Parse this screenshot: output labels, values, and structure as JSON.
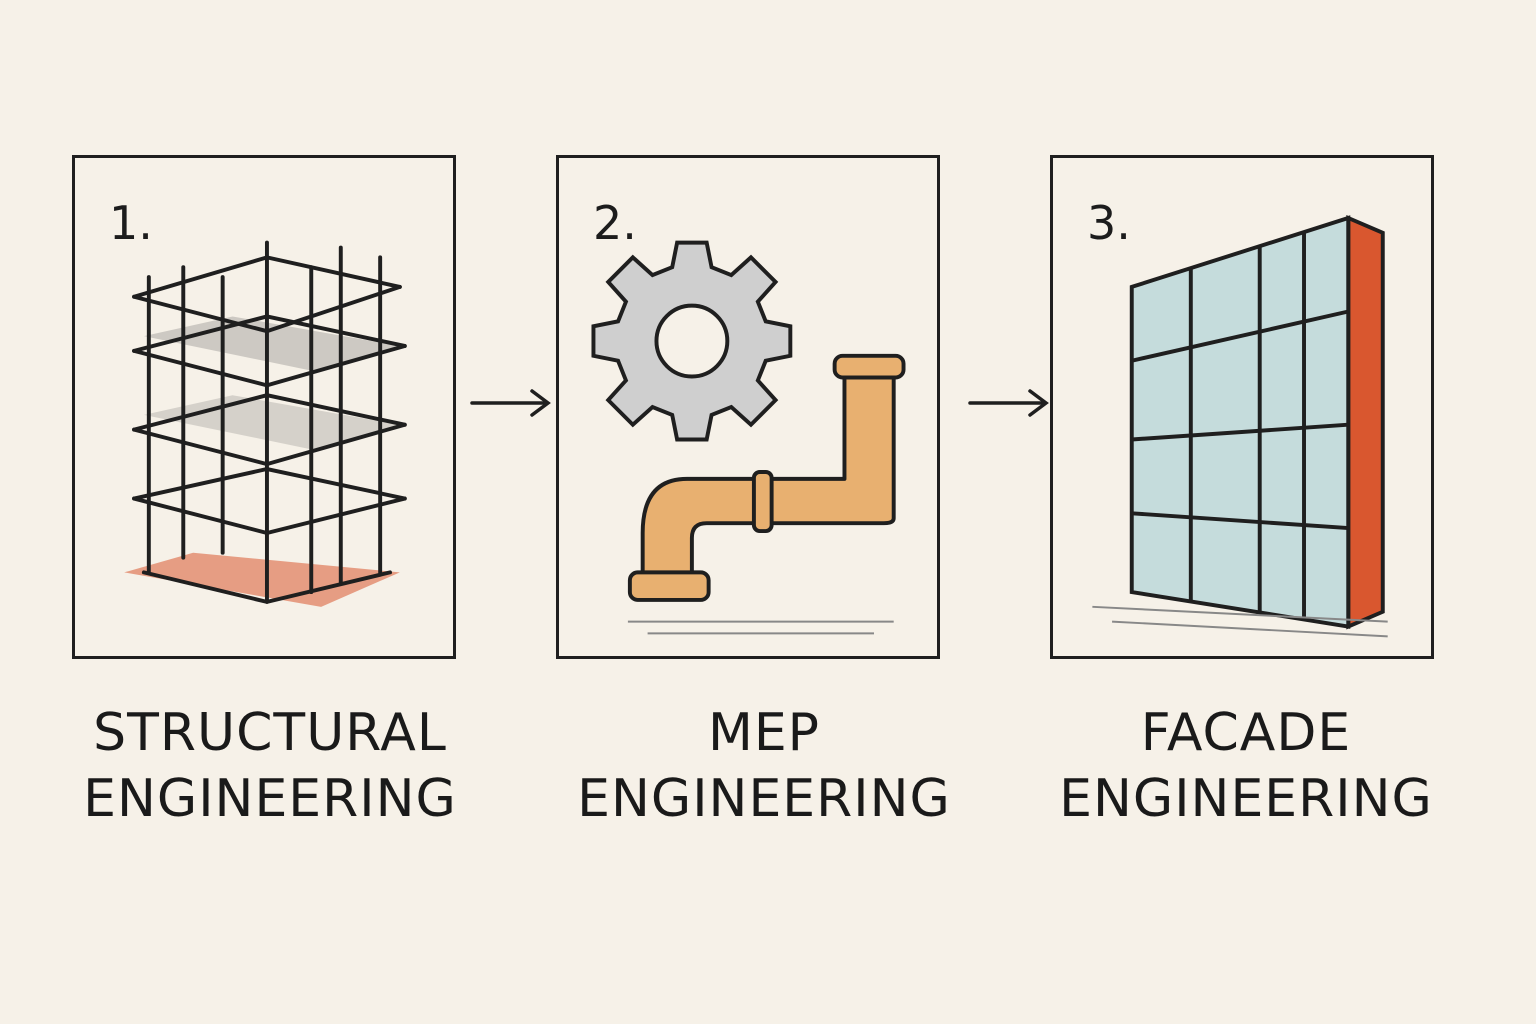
{
  "steps": [
    {
      "number": "1.",
      "icon": "building-frame-icon",
      "title_line1": "STRUCTURAL",
      "title_line2": "ENGINEERING"
    },
    {
      "number": "2.",
      "icon": "gear-and-pipe-icon",
      "title_line1": "MEP",
      "title_line2": "ENGINEERING"
    },
    {
      "number": "3.",
      "icon": "glass-facade-icon",
      "title_line1": "FACADE",
      "title_line2": "ENGINEERING"
    }
  ],
  "colors": {
    "background": "#f6f1e8",
    "ink": "#1f1f1f",
    "accent_red": "#d9572f",
    "pipe_orange": "#e8b070",
    "glass_blue": "#9ccbd2",
    "gear_gray": "#cfcfcf"
  }
}
